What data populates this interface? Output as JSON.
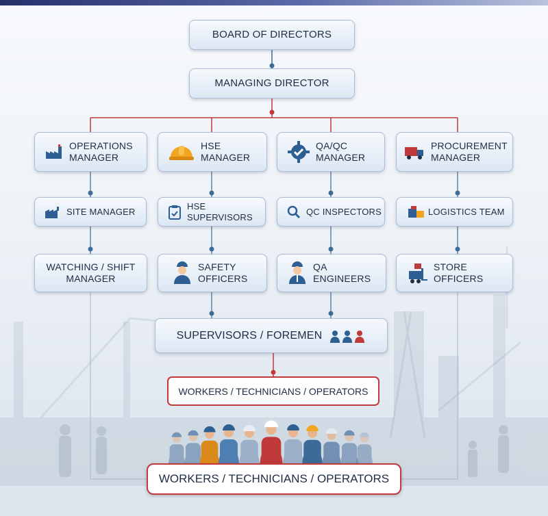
{
  "colors": {
    "primary_line": "#3d6b98",
    "accent_red": "#c0393b",
    "box_border": "#a9bdd4",
    "text": "#1e2c44"
  },
  "top": {
    "board": "BOARD OF DIRECTORS",
    "md": "MANAGING DIRECTOR"
  },
  "managers": [
    {
      "line1": "OPERATIONS",
      "line2": "MANAGER",
      "icon": "factory-icon"
    },
    {
      "line1": "HSE",
      "line2": "MANAGER",
      "icon": "hard-hat-icon"
    },
    {
      "line1": "QA/QC",
      "line2": "MANAGER",
      "icon": "gear-check-icon"
    },
    {
      "line1": "PROCUREMENT",
      "line2": "MANAGER",
      "icon": "truck-icon"
    }
  ],
  "level3": [
    {
      "label": "SITE MANAGER",
      "icon": "building-icon"
    },
    {
      "label": "HSE SUPERVISORS",
      "icon": "clipboard-icon"
    },
    {
      "label": "QC INSPECTORS",
      "icon": "magnifier-icon"
    },
    {
      "label": "LOGISTICS TEAM",
      "icon": "boxes-icon"
    }
  ],
  "level4": [
    {
      "line1": "WATCHING / SHIFT",
      "line2": "MANAGER"
    },
    {
      "line1": "SAFETY",
      "line2": "OFFICERS",
      "icon": "officer-icon"
    },
    {
      "line1": "QA",
      "line2": "ENGINEERS",
      "icon": "engineer-icon"
    },
    {
      "line1": "STORE",
      "line2": "OFFICERS",
      "icon": "forklift-icon"
    }
  ],
  "supervisors": {
    "label": "SUPERVISORS / FOREMEN",
    "icon": "people-group-icon"
  },
  "workers_small": "WORKERS / TECHNICIANS / OPERATORS",
  "workers_big": "WORKERS / TECHNICIANS / OPERATORS",
  "illustration": {
    "workers": "workers-group-illustration",
    "background": "industrial-site-background"
  }
}
